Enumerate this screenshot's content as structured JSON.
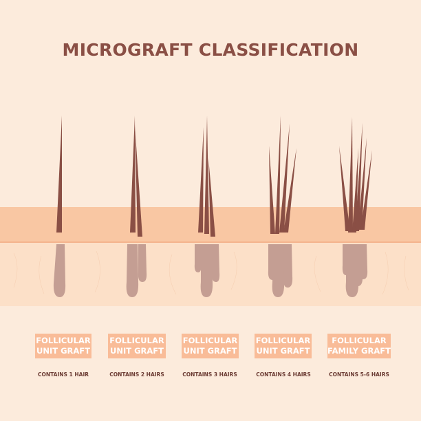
{
  "title": "MICROGRAFT CLASSIFICATION",
  "colors": {
    "background": "#fcebdc",
    "epidermis": "#f9c7a3",
    "dermis": "#fce0c8",
    "hair_shaft": "#8a4f45",
    "hair_bulb": "#c49e93",
    "label_fill": "#f9bc98",
    "title": "#8a4f45"
  },
  "grafts": [
    {
      "line1": "FOLLICULAR",
      "line2": "UNIT GRAFT",
      "description": "CONTAINS 1 HAIR",
      "hair_count": 1
    },
    {
      "line1": "FOLLICULAR",
      "line2": "UNIT GRAFT",
      "description": "CONTAINS 2 HAIRS",
      "hair_count": 2
    },
    {
      "line1": "FOLLICULAR",
      "line2": "UNIT GRAFT",
      "description": "CONTAINS 3 HAIRS",
      "hair_count": 3
    },
    {
      "line1": "FOLLICULAR",
      "line2": "UNIT GRAFT",
      "description": "CONTAINS 4 HAIRS",
      "hair_count": 4
    },
    {
      "line1": "FOLLICULAR",
      "line2": "FAMILY GRAFT",
      "description": "CONTAINS 5-6 HAIRS",
      "hair_count": 6
    }
  ]
}
